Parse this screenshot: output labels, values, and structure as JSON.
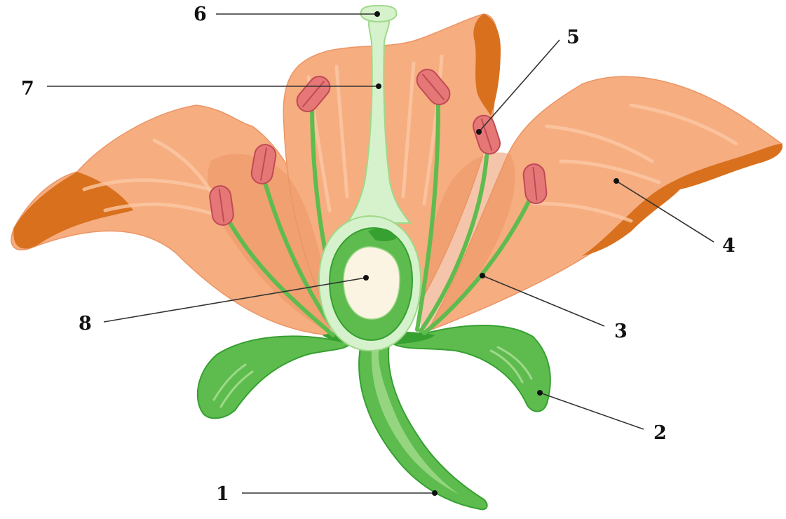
{
  "diagram": {
    "subject": "flower-cross-section",
    "colors": {
      "petal": "#f6ad80",
      "petal_shade": "#eb9565",
      "petal_dark": "#d8701e",
      "petal_streak": "#fbc8a4",
      "green": "#5ebc4e",
      "green_dark": "#36a030",
      "green_light": "#9fd98a",
      "pale_green": "#d6f2cc",
      "anther": "#e67777",
      "anther_dark": "#c04a55",
      "ovule": "#fbf4e3"
    },
    "labels": [
      {
        "id": "1",
        "text": "1"
      },
      {
        "id": "2",
        "text": "2"
      },
      {
        "id": "3",
        "text": "3"
      },
      {
        "id": "4",
        "text": "4"
      },
      {
        "id": "5",
        "text": "5"
      },
      {
        "id": "6",
        "text": "6"
      },
      {
        "id": "7",
        "text": "7"
      },
      {
        "id": "8",
        "text": "8"
      }
    ]
  }
}
